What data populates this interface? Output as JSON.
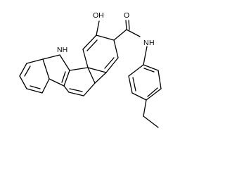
{
  "molecule": {
    "atoms": {
      "nh": "NH",
      "oh": "OH",
      "o": "O",
      "n": "N",
      "h_amide": "H"
    }
  }
}
